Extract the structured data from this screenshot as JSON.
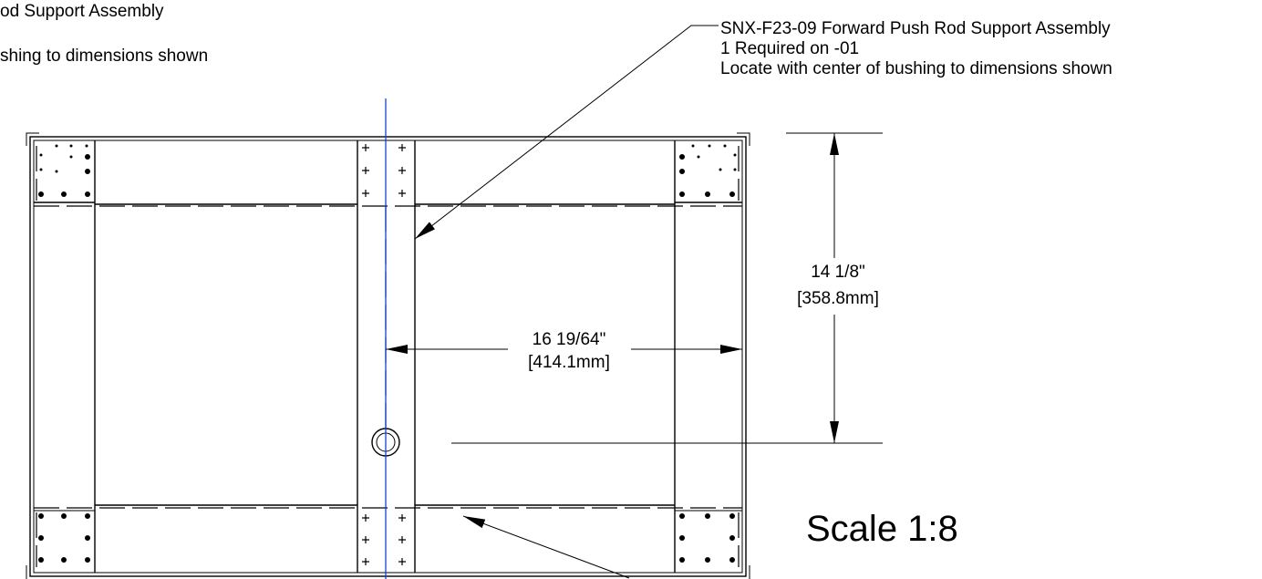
{
  "callouts": {
    "left": {
      "line1": "od Support Assembly",
      "line3": "shing to dimensions shown"
    },
    "right": {
      "line1": "SNX-F23-09 Forward Push Rod Support Assembly",
      "line2": "1 Required on -01",
      "line3": "Locate with center of bushing to dimensions shown"
    }
  },
  "dimensions": {
    "vertical": {
      "imperial": "14 1/8\"",
      "metric": "[358.8mm]"
    },
    "horizontal": {
      "imperial": "16 19/64\"",
      "metric": "[414.1mm]"
    }
  },
  "scale": "Scale 1:8",
  "colors": {
    "centerline": "#1a3fd6",
    "line": "#000000"
  }
}
